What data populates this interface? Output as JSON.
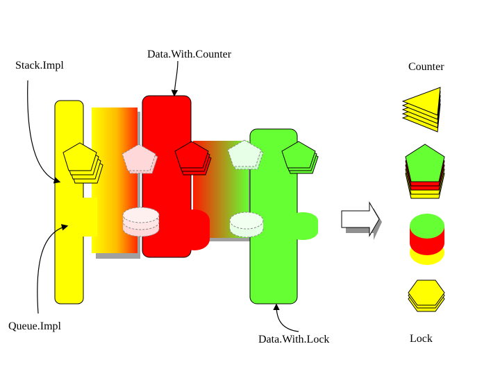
{
  "labels": {
    "stack_impl": "Stack.Impl",
    "data_with_counter": "Data.With.Counter",
    "counter": "Counter",
    "queue_impl": "Queue.Impl",
    "data_with_lock": "Data.With.Lock",
    "lock": "Lock"
  },
  "colors": {
    "yellow": "#ffff00",
    "red": "#ff0000",
    "green": "#66ff33",
    "gray_shadow": "#a0a0a0"
  }
}
